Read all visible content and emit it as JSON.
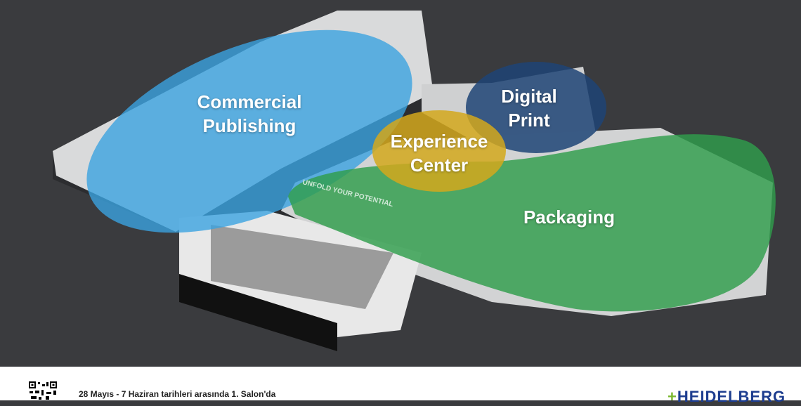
{
  "zones": [
    {
      "label_lines": [
        "Commercial",
        "Publishing"
      ],
      "color": "#3ba3e0"
    },
    {
      "label_lines": [
        "Digital",
        "Print"
      ],
      "color": "#1f4475"
    },
    {
      "label_lines": [
        "Experience",
        "Center"
      ],
      "color": "#d4a81c"
    },
    {
      "label_lines": [
        "Packaging"
      ],
      "color": "#2f9e4c"
    }
  ],
  "wall_text": "UNFOLD YOUR POTENTIAL",
  "footer": {
    "event_text": "28 Mayıs - 7 Haziran tarihleri arasında 1. Salon'da",
    "logo": "HEIDELBERG"
  }
}
